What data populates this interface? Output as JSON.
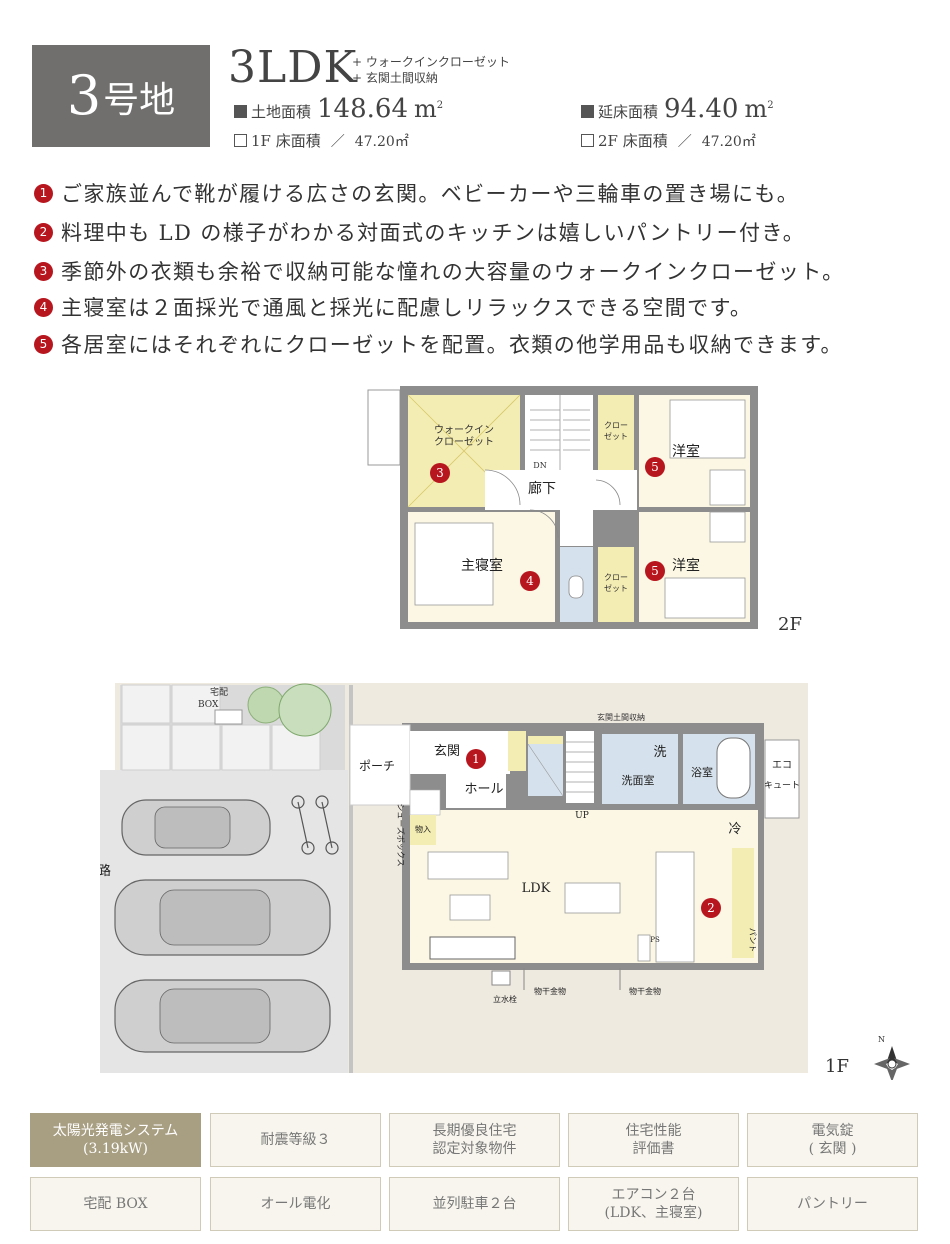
{
  "header": {
    "lot_number": "3",
    "lot_label": "号地",
    "layout": "3LDK",
    "extras": [
      "+ ウォークインクローゼット",
      "+ 玄関土間収納"
    ],
    "land_area_label": "土地面積",
    "land_area_value": "148.64",
    "unit": "m",
    "unit_sup": "2",
    "total_floor_label": "延床面積",
    "total_floor_value": "94.40",
    "floor1_label": "1F 床面積",
    "floor1_value": "47.20㎡",
    "floor2_label": "2F 床面積",
    "floor2_value": "47.20㎡",
    "slash": "／"
  },
  "features": [
    {
      "n": "1",
      "text": "ご家族並んで靴が履ける広さの玄関。ベビーカーや三輪車の置き場にも。"
    },
    {
      "n": "2",
      "text": "料理中も LD の様子がわかる対面式のキッチンは嬉しいパントリー付き。"
    },
    {
      "n": "3",
      "text": "季節外の衣類も余裕で収納可能な憧れの大容量のウォークインクローゼット。"
    },
    {
      "n": "4",
      "text": "主寝室は２面採光で通風と採光に配慮しリラックスできる空間です。"
    },
    {
      "n": "5",
      "text": "各居室にはそれぞれにクローゼットを配置。衣類の他学用品も収納できます。"
    }
  ],
  "plan2f": {
    "floor_label": "2F",
    "wic_line1": "ウォークイン",
    "wic_line2": "クローゼット",
    "closet_a": "クロー",
    "closet_b": "ゼット",
    "room_western": "洋室",
    "hallway": "廊下",
    "master": "主寝室",
    "dn": "DN",
    "m3": "3",
    "m4": "4",
    "m5": "5"
  },
  "plan1f": {
    "floor_label": "1F",
    "delivery_box_1": "宅配",
    "delivery_box_2": "BOX",
    "entrance_storage": "玄関土間収納",
    "entrance": "玄関",
    "porch": "ポーチ",
    "hall": "ホール",
    "washroom": "洗面室",
    "wash": "洗",
    "bath": "浴室",
    "ecocute_1": "エコ",
    "ecocute_2": "キュート",
    "road": "道路",
    "shoe_box": "シューズボックス",
    "storage": "物入",
    "up": "UP",
    "fridge": "冷",
    "ldk": "LDK",
    "ps": "PS",
    "pantry": "パント",
    "faucet": "立水栓",
    "drying1": "物干金物",
    "drying2": "物干金物",
    "compass": "N",
    "m1": "1",
    "m2": "2"
  },
  "amenities": [
    {
      "lines": [
        "太陽光発電システム",
        "(3.19kW)"
      ],
      "active": true
    },
    {
      "lines": [
        "耐震等級３"
      ],
      "active": false
    },
    {
      "lines": [
        "長期優良住宅",
        "認定対象物件"
      ],
      "active": false
    },
    {
      "lines": [
        "住宅性能",
        "評価書"
      ],
      "active": false
    },
    {
      "lines": [
        "電気錠",
        "( 玄関 )"
      ],
      "active": false
    },
    {
      "lines": [
        "宅配 BOX"
      ],
      "active": false
    },
    {
      "lines": [
        "オール電化"
      ],
      "active": false
    },
    {
      "lines": [
        "並列駐車２台"
      ],
      "active": false
    },
    {
      "lines": [
        "エアコン２台",
        "(LDK、主寝室)"
      ],
      "active": false
    },
    {
      "lines": [
        "パントリー"
      ],
      "active": false
    }
  ],
  "colors": {
    "badge": "#716f6e",
    "marker": "#b8161e",
    "room": "#fbf7e4",
    "wic": "#f4edb3",
    "wet": "#d5e1ec",
    "amenity_active": "#a89e82",
    "amenity_bg": "#f7f5ed"
  }
}
